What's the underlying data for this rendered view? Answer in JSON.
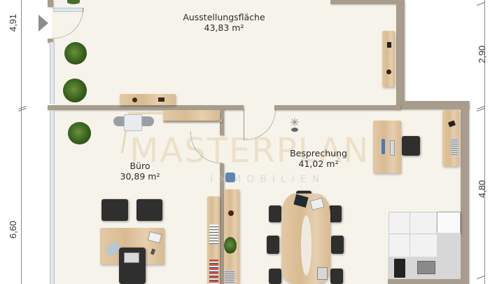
{
  "plan": {
    "rooms": [
      {
        "name": "Ausstellungsfläche",
        "area": "43,83 m²"
      },
      {
        "name": "Büro",
        "area": "30,89 m²"
      },
      {
        "name": "Besprechung",
        "area": "41,02 m²"
      }
    ],
    "dimensions": {
      "left_top": "4,91",
      "left_bottom": "6,60",
      "right_top": "2,90",
      "right_bottom": "4,80"
    },
    "watermark": {
      "brand": "MASTERPLAN",
      "sub": "IMMOBILIEN"
    },
    "entrance_marker": "entrance-arrow",
    "colors": {
      "floor": "#f6f3ea",
      "wall": "#a89c8c",
      "wood": "#dcc19b",
      "furniture_dark": "#2f2f2f",
      "plant": "#3f6a22",
      "watermark": "#dcbe8c"
    }
  }
}
